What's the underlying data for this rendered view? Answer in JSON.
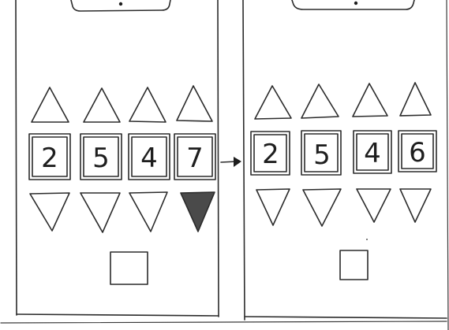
{
  "colors": {
    "paper": "#ffffff",
    "pencil": "#2b2b2b",
    "fill_shaded": "#4a4a4a"
  },
  "panels": [
    {
      "name": "before",
      "digits": [
        "2",
        "5",
        "4",
        "7"
      ],
      "shaded_down_arrow_index": 3
    },
    {
      "name": "after",
      "digits": [
        "2",
        "5",
        "4",
        "6"
      ],
      "shaded_down_arrow_index": null
    }
  ],
  "transition_arrow": "right-arrow-icon"
}
